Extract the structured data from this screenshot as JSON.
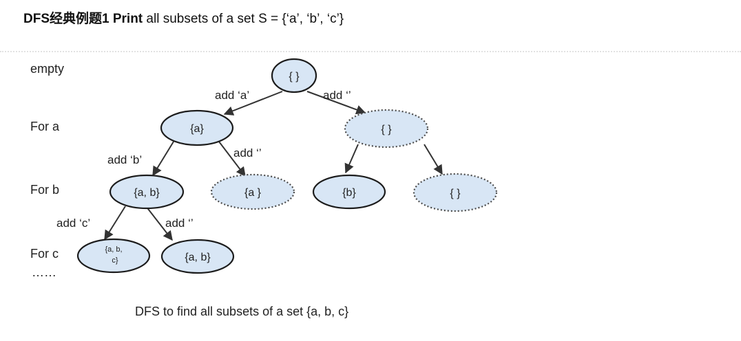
{
  "header": {
    "title_prefix": "DFS经典例题1",
    "title_bold": "Print",
    "title_rest": "all subsets of a set  S = {‘a’, ‘b’, ‘c’}"
  },
  "levels": {
    "empty": "empty",
    "for_a": "For a",
    "for_b": "For b",
    "for_c": "For c",
    "ellipsis": "……"
  },
  "nodes": {
    "root": "{ }",
    "a": "{a}",
    "empty_a": "{ }",
    "ab": "{a, b}",
    "a_only": "{a }",
    "b": "{b}",
    "empty_b": "{ }",
    "abc_line1": "{a, b,",
    "abc_line2": "c}",
    "ab_c": "{a, b}"
  },
  "edges": {
    "add_a": "add ‘a’",
    "add_empty_root": "add ‘’",
    "add_b": "add ‘b’",
    "add_empty_a": "add ‘’",
    "add_c": "add ‘c’",
    "add_empty_ab": "add ‘’"
  },
  "caption": "DFS to find all subsets of a set {a, b, c}"
}
